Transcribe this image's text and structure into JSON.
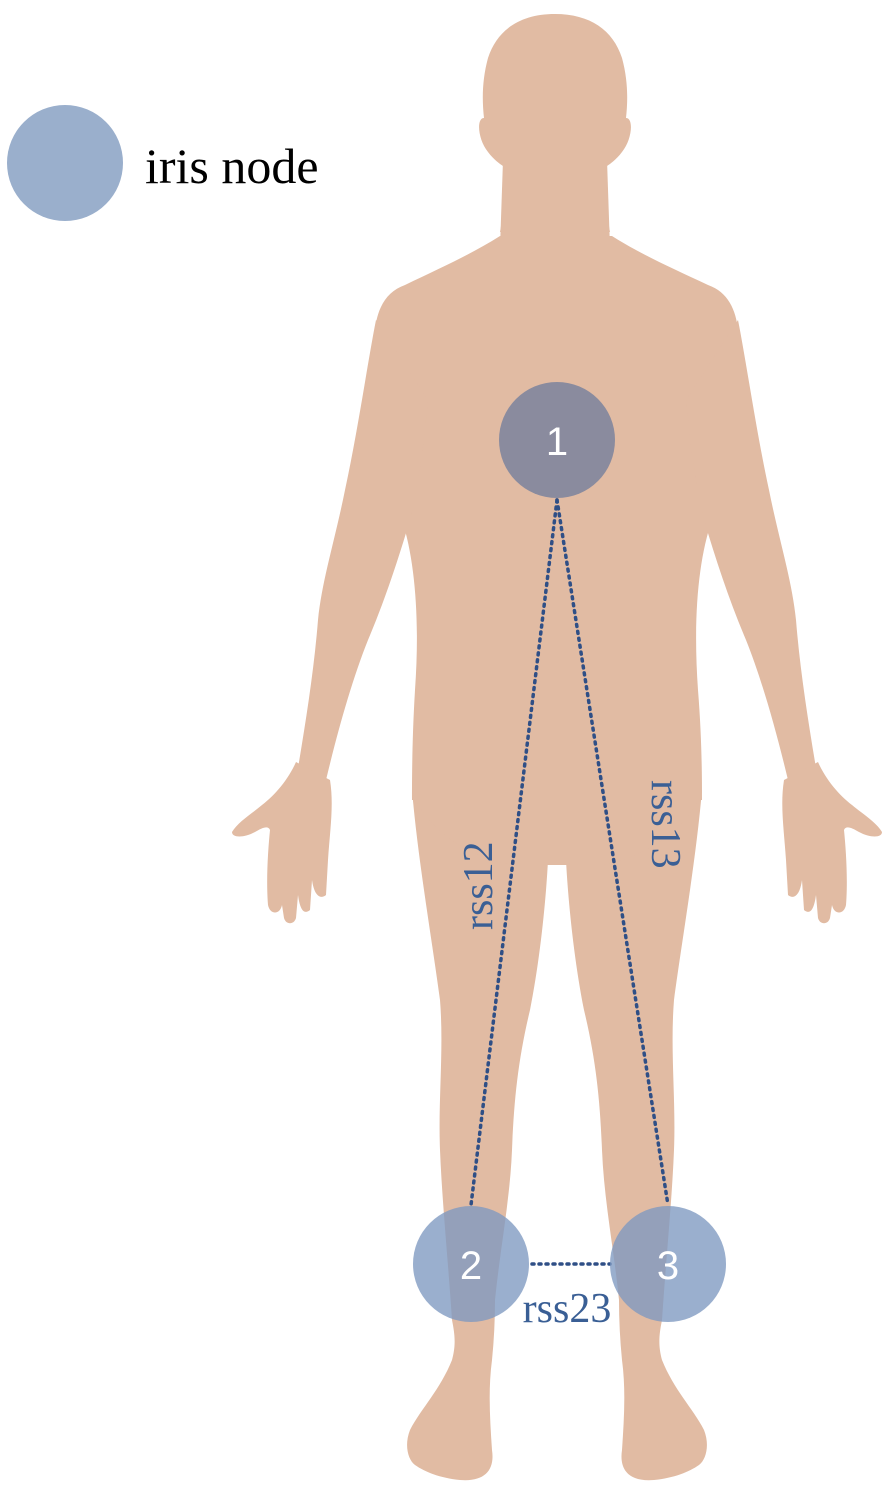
{
  "legend": {
    "label": "iris node"
  },
  "nodes": [
    {
      "id": "1",
      "label": "1"
    },
    {
      "id": "2",
      "label": "2"
    },
    {
      "id": "3",
      "label": "3"
    }
  ],
  "links": [
    {
      "from": "1",
      "to": "2",
      "label": "rss12"
    },
    {
      "from": "1",
      "to": "3",
      "label": "rss13"
    },
    {
      "from": "2",
      "to": "3",
      "label": "rss23"
    }
  ],
  "colors": {
    "skin": "#e1bba3",
    "node_fill": "#7d98c0",
    "node_dark": "#8a8b9e",
    "link": "#2f4f86",
    "label": "#3a5f95",
    "node_text": "#ffffff",
    "legend_text": "#000000"
  }
}
